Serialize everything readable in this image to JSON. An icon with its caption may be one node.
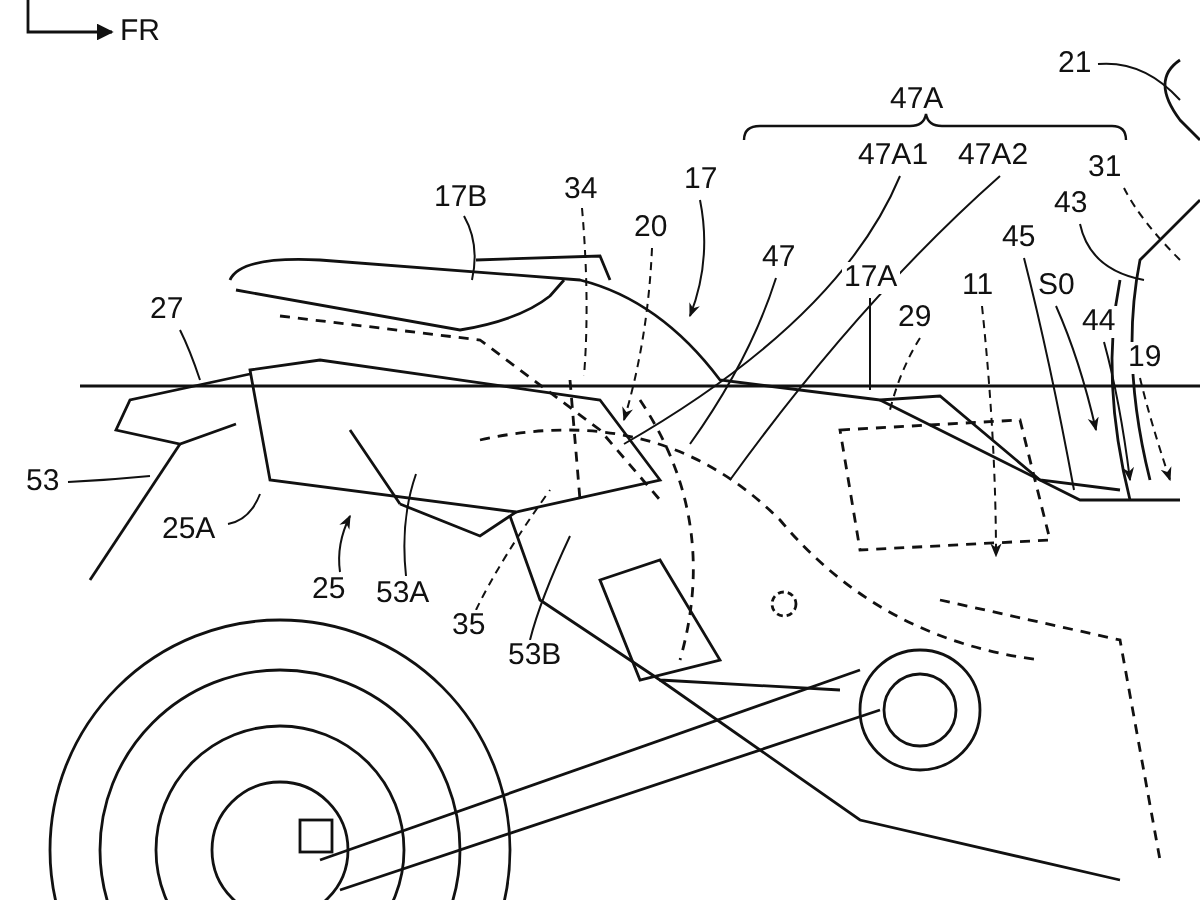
{
  "diagram": {
    "nodes": [
      {
        "text": [
          "21"
        ]
      },
      {
        "text": [
          "47A1"
        ]
      },
      {
        "text": [
          "47A2"
        ]
      },
      {
        "text": [
          "31"
        ]
      },
      {
        "text": [
          "17B"
        ]
      },
      {
        "text": [
          "34"
        ]
      },
      {
        "text": [
          "17"
        ]
      },
      {
        "text": [
          "20"
        ]
      },
      {
        "text": [
          "43"
        ]
      },
      {
        "text": [
          "47"
        ]
      },
      {
        "text": [
          "17A"
        ]
      },
      {
        "text": [
          "45"
        ]
      },
      {
        "text": [
          "S0"
        ]
      },
      {
        "text": [
          "11"
        ]
      },
      {
        "text": [
          "29"
        ]
      },
      {
        "text": [
          "44"
        ]
      },
      {
        "text": [
          "19"
        ]
      },
      {
        "text": [
          "27"
        ]
      },
      {
        "text": [
          "53"
        ]
      },
      {
        "text": [
          "25A"
        ]
      },
      {
        "text": [
          "25"
        ]
      },
      {
        "text": [
          "53A"
        ]
      },
      {
        "text": [
          "35"
        ]
      },
      {
        "text": [
          "53B"
        ]
      }
    ],
    "edges": [
      {
        "from": 0,
        "to": null,
        "arrow": "none"
      },
      {
        "from": 1,
        "to": null,
        "arrow": "none"
      },
      {
        "from": 2,
        "to": null,
        "arrow": "none"
      },
      {
        "from": 3,
        "to": null,
        "arrow": "none",
        "style": "dashed"
      },
      {
        "from": 4,
        "to": null,
        "arrow": "none"
      },
      {
        "from": 5,
        "to": null,
        "arrow": "none",
        "style": "dashed"
      },
      {
        "from": 6,
        "to": null,
        "arrow": "to"
      },
      {
        "from": 7,
        "to": null,
        "arrow": "to",
        "style": "dashed"
      },
      {
        "from": 8,
        "to": null,
        "arrow": "none"
      },
      {
        "from": 9,
        "to": null,
        "arrow": "none"
      },
      {
        "from": 10,
        "to": null,
        "arrow": "none"
      },
      {
        "from": 11,
        "to": null,
        "arrow": "none"
      },
      {
        "from": 12,
        "to": null,
        "arrow": "to"
      },
      {
        "from": 13,
        "to": null,
        "arrow": "to",
        "style": "dashed"
      },
      {
        "from": 14,
        "to": null,
        "arrow": "none",
        "style": "dashed"
      },
      {
        "from": 15,
        "to": null,
        "arrow": "to"
      },
      {
        "from": 16,
        "to": null,
        "arrow": "to",
        "style": "dashed"
      },
      {
        "from": 17,
        "to": null,
        "arrow": "none"
      },
      {
        "from": 18,
        "to": null,
        "arrow": "none"
      },
      {
        "from": 19,
        "to": null,
        "arrow": "none"
      },
      {
        "from": 20,
        "to": null,
        "arrow": "to"
      },
      {
        "from": 21,
        "to": null,
        "arrow": "none"
      },
      {
        "from": 22,
        "to": null,
        "arrow": "none",
        "style": "dashed"
      },
      {
        "from": 23,
        "to": null,
        "arrow": "none"
      }
    ],
    "labels": [
      "FR",
      "47A"
    ]
  }
}
